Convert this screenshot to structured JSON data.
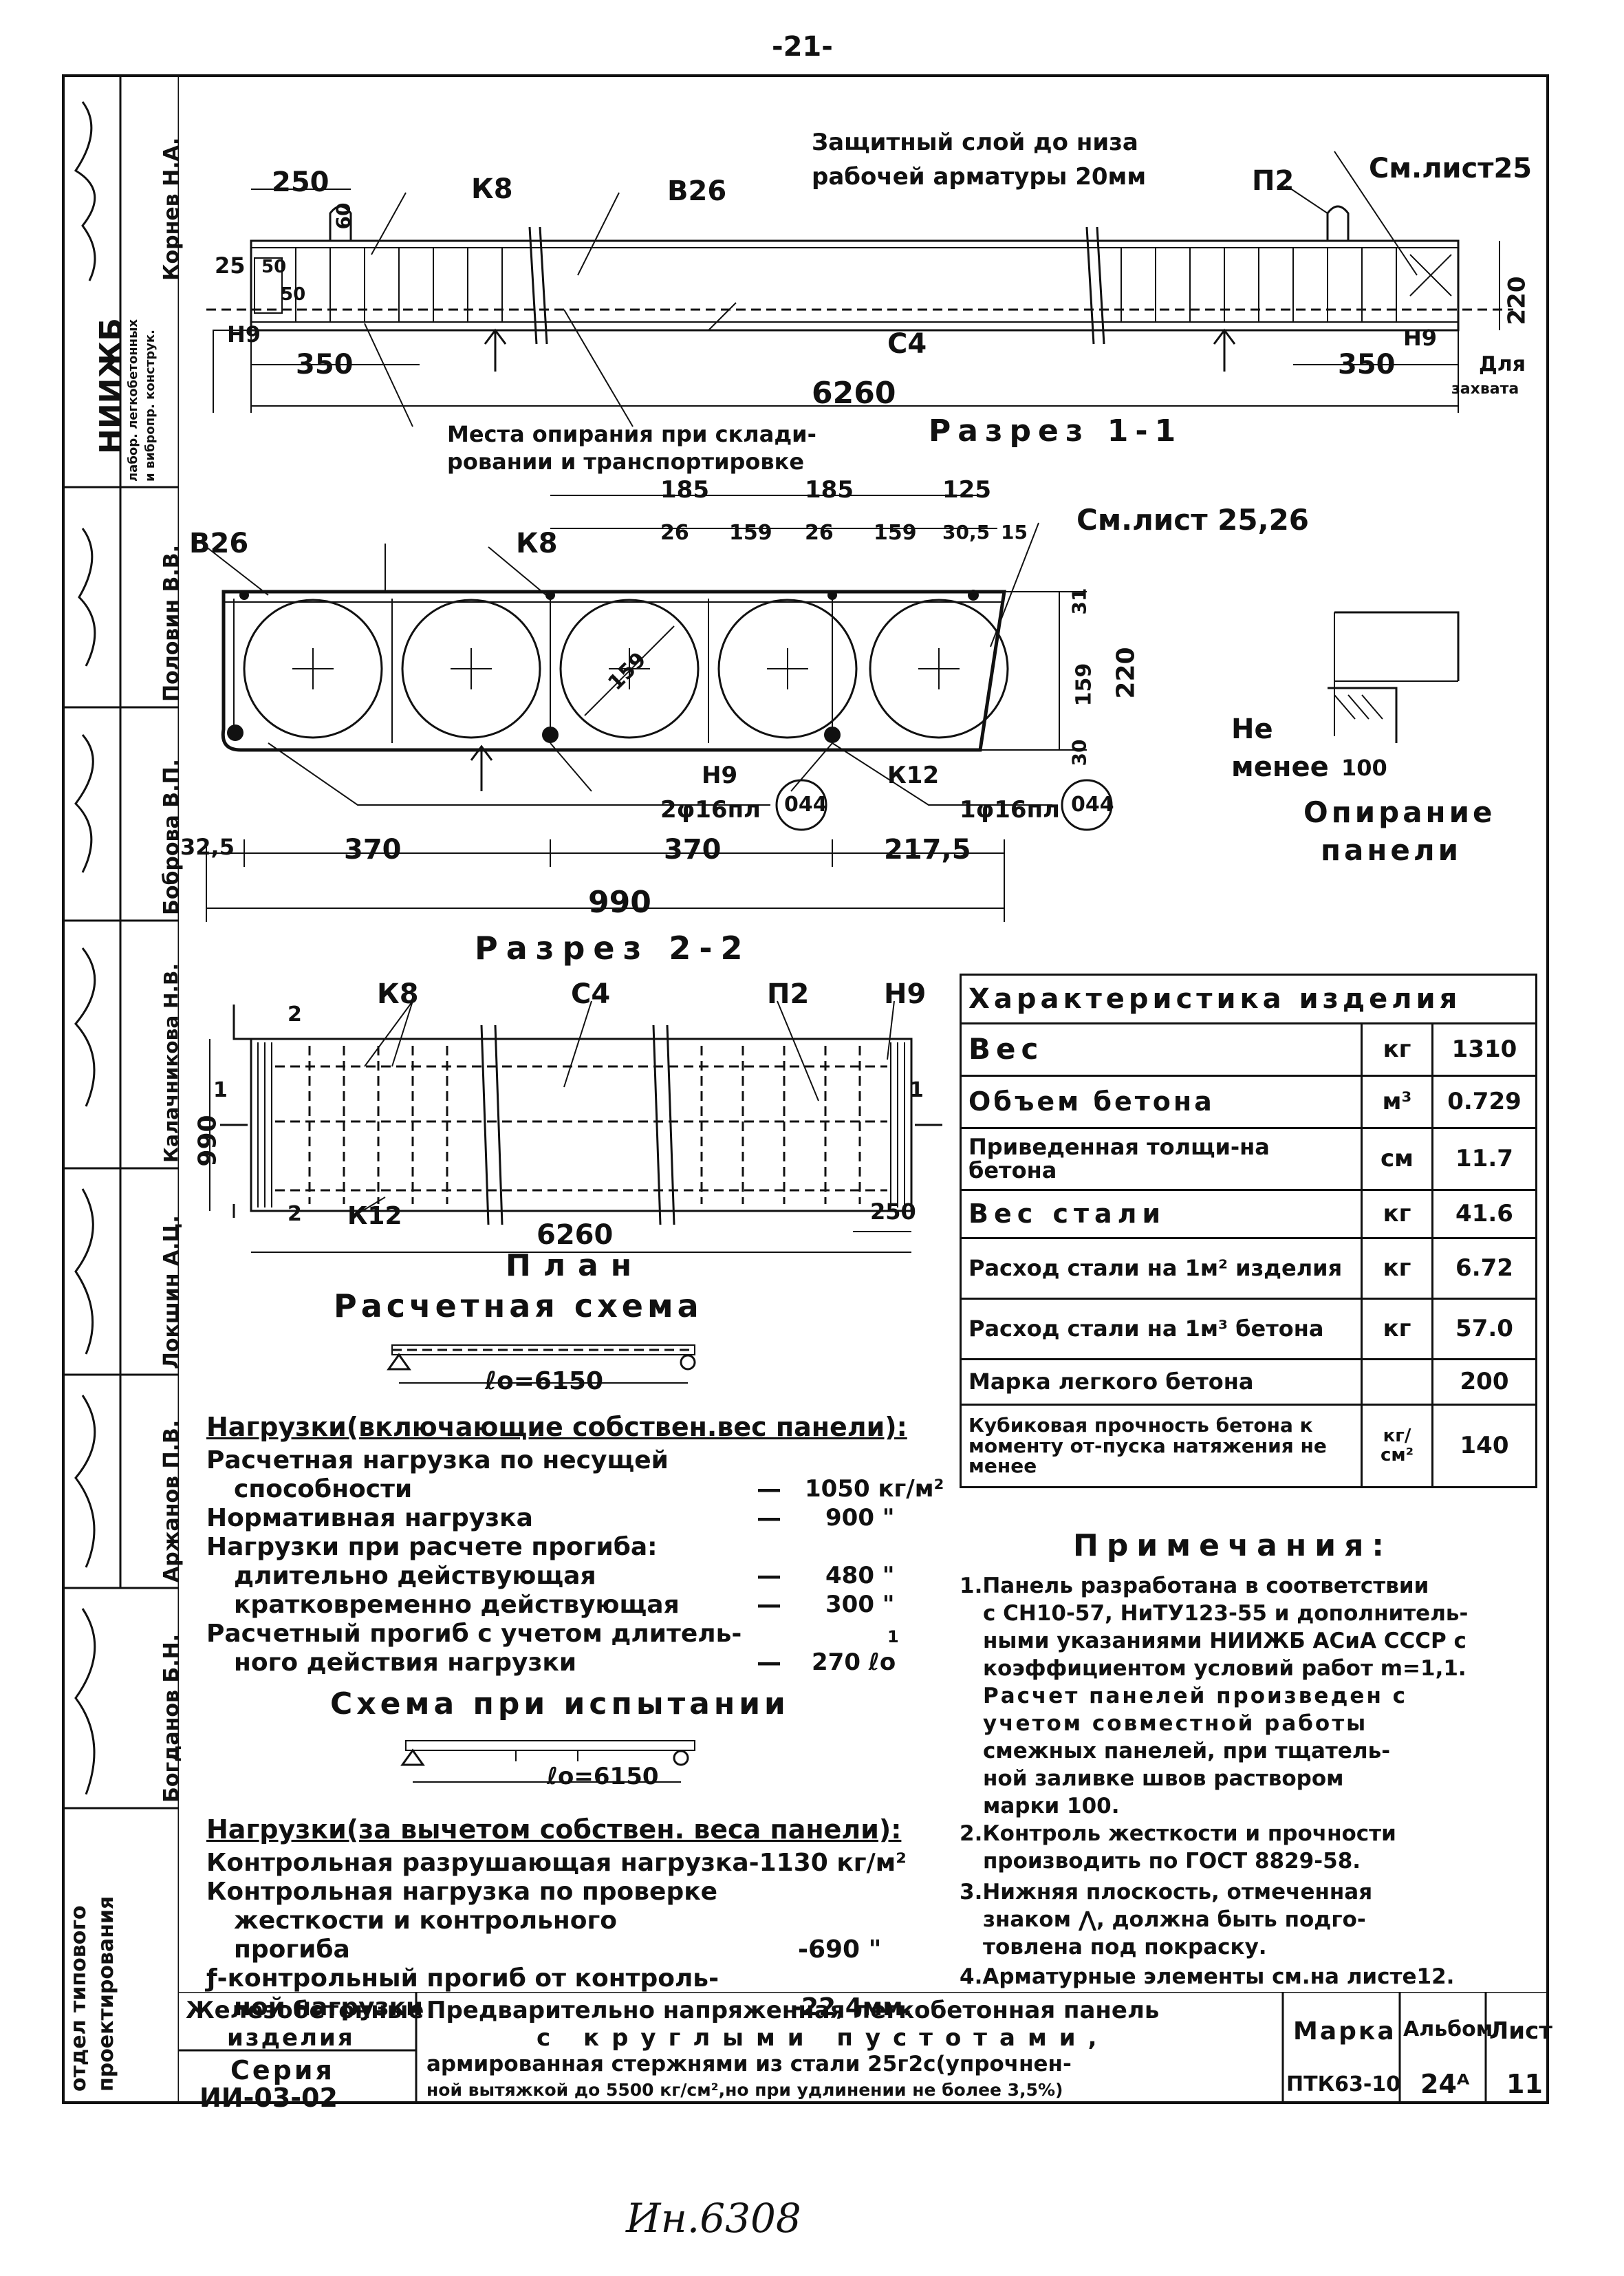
{
  "page_number": "-21-",
  "stamp_left": {
    "col1": [
      "Корнев Н.А.",
      "Половин В.В.",
      "Боброва В.П.",
      "Калачникова Н.В.",
      "Локшин А.Ц.",
      "Аржанов П.В.",
      "Богданов Б.Н."
    ],
    "col2": [
      "НИИЖБ",
      "лабор. легкобетонных",
      "и вибропр. конструк."
    ],
    "dept": [
      "отдел типового",
      "проектирования"
    ]
  },
  "section_1_1": {
    "note_top": "Защитный слой до низа",
    "note_top2": "рабочей арматуры 20мм",
    "ref_sheet": "См.лист25",
    "labels": {
      "k8": "К8",
      "b26": "В26",
      "p2": "П2",
      "c4": "С4",
      "n9": "Н9",
      "n9b": "Н9"
    },
    "dims": {
      "d250": "250",
      "d60": "60",
      "d25": "25",
      "d50a": "50",
      "d50b": "50",
      "d350a": "350",
      "d350b": "350",
      "d6260": "6260",
      "d220": "220"
    },
    "grip": [
      "Для",
      "захвата"
    ],
    "support_note": "Места опирания при склади-",
    "support_note2": "ровании и транспортировке",
    "title": "Разрез 1-1"
  },
  "section_2_2": {
    "ref_sheet": "См.лист 25,26",
    "labels": {
      "b26": "В26",
      "k8": "К8",
      "n9": "Н9",
      "k12": "К12"
    },
    "dims_top": [
      "185",
      "185",
      "125"
    ],
    "dims_sub": [
      "26",
      "159",
      "26",
      "159",
      "30,5",
      "15"
    ],
    "dims_right": [
      "31",
      "159",
      "30"
    ],
    "d220": "220",
    "d159": "159",
    "bars_a": "2φ16пл",
    "bars_b": "1φ16пл",
    "circle_a": "044",
    "circle_b": "044",
    "dims_bottom": [
      "32,5",
      "370",
      "370",
      "217,5"
    ],
    "d990": "990",
    "title": "Разрез 2-2"
  },
  "support_detail": {
    "line1": "Не",
    "line2": "менее",
    "min": "100",
    "caption1": "Опирание",
    "caption2": "панели"
  },
  "plan": {
    "labels": {
      "k8": "К8",
      "c4": "С4",
      "p2": "П2",
      "n9": "Н9",
      "k12": "К12"
    },
    "marks": {
      "m2a": "2",
      "m2b": "2",
      "m1a": "1",
      "m1b": "1"
    },
    "d990": "990",
    "d6260": "6260",
    "d250": "250",
    "title": "План"
  },
  "calc_scheme": {
    "title": "Расчетная схема",
    "span": "ℓo=6150"
  },
  "loads": {
    "heading": "Нагрузки(включающие собствен.вес панели):",
    "rows": [
      {
        "label": "Расчетная нагрузка по несущей",
        "dash": "",
        "value": ""
      },
      {
        "label": "способности",
        "dash": "—",
        "value": "1050 кг/м²"
      },
      {
        "label": "Нормативная нагрузка",
        "dash": "—",
        "value": "900 \""
      },
      {
        "label": "Нагрузки при расчете прогиба:",
        "dash": "",
        "value": ""
      },
      {
        "label": "длительно действующая",
        "dash": "—",
        "value": "480 \""
      },
      {
        "label": "кратковременно действующая",
        "dash": "—",
        "value": "300 \""
      },
      {
        "label": "Расчетный прогиб с учетом длитель-",
        "dash": "",
        "value": "1"
      },
      {
        "label": "ного действия нагрузки",
        "dash": "—",
        "value": "270 ℓo"
      }
    ]
  },
  "test_scheme": {
    "title": "Схема при испытании",
    "span": "ℓo=6150"
  },
  "test_loads": {
    "heading": "Нагрузки(за вычетом собствен. веса панели):",
    "rows": [
      {
        "label": "Контрольная разрушающая нагрузка-1130 кг/м²",
        "value": ""
      },
      {
        "label": "Контрольная нагрузка по проверке",
        "value": ""
      },
      {
        "label": "жесткости и контрольного",
        "value": ""
      },
      {
        "label": "прогиба",
        "value": "-690 \""
      },
      {
        "label": "ƒ-контрольный прогиб от контроль-",
        "value": ""
      },
      {
        "label": "ной нагрузки",
        "value": "-22,4мм."
      }
    ]
  },
  "characteristics": {
    "title": "Характеристика изделия",
    "rows": [
      {
        "name": "Вес",
        "unit": "кг",
        "value": "1310"
      },
      {
        "name": "Объем бетона",
        "unit": "м³",
        "value": "0.729"
      },
      {
        "name": "Приведенная толщи-на бетона",
        "unit": "см",
        "value": "11.7"
      },
      {
        "name": "Вес стали",
        "unit": "кг",
        "value": "41.6"
      },
      {
        "name": "Расход стали на 1м² изделия",
        "unit": "кг",
        "value": "6.72"
      },
      {
        "name": "Расход стали на 1м³ бетона",
        "unit": "кг",
        "value": "57.0"
      },
      {
        "name": "Марка легкого бетона",
        "unit": "",
        "value": "200"
      },
      {
        "name": "Кубиковая прочность бетона к моменту от-пуска натяжения не менее",
        "unit": "кг/см²",
        "value": "140"
      }
    ]
  },
  "notes": {
    "title": "Примечания:",
    "lines": [
      "1.Панель разработана в соответствии",
      "с СН10-57, НиТУ123-55 и дополнитель-",
      "ными указаниями НИИЖБ АСиА СССР с",
      "коэффициентом условий работ m=1,1.",
      "Расчет панелей произведен с",
      "учетом совместной работы",
      "смежных панелей, при тщатель-",
      "ной заливке швов раствором",
      "марки 100.",
      "2.Контроль жесткости и прочности",
      "производить по ГОСТ 8829-58.",
      "3.Нижняя плоскость, отмеченная",
      "знаком ⋀, должна быть подго-",
      "товлена под покраску.",
      "4.Арматурные элементы см.на листе12."
    ]
  },
  "title_block": {
    "category1": "Железобетонные",
    "category2": "изделия",
    "series_label": "Серия",
    "series": "ИИ-03-02",
    "description": [
      "Предварительно напряженная легкобетонная панель",
      "с круглыми пустотами,",
      "армированная стержнями из стали 25г2с(упрочнен-",
      "ной вытяжкой до 5500 кг/см²,но при удлинении не более 3,5%)"
    ],
    "col_mark": "Марка",
    "col_album": "Альбом",
    "col_sheet": "Лист",
    "mark": "ПТК63-10",
    "album": "24ᴬ",
    "sheet": "11"
  },
  "handwritten_number": "Ин.6308"
}
